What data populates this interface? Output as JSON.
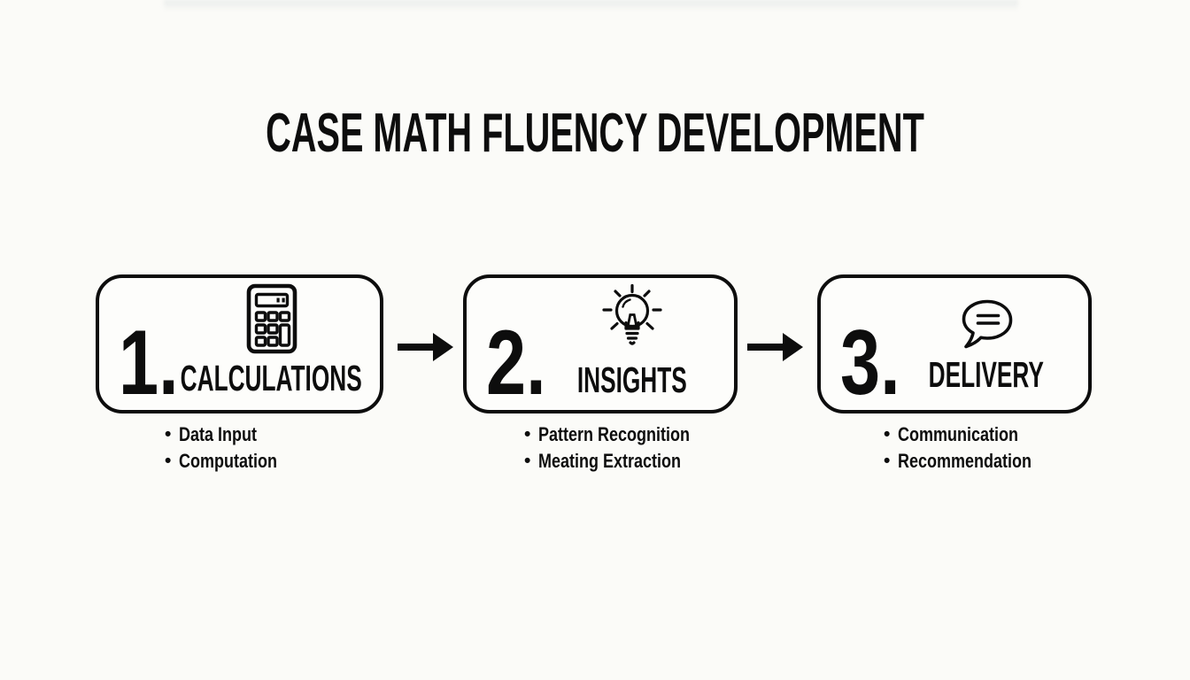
{
  "colors": {
    "background": "#fbfbf8",
    "ink": "#0d0d0d"
  },
  "title": "CASE MATH FLUENCY DEVELOPMENT",
  "glyphs": {
    "bullet": "•"
  },
  "steps": [
    {
      "number": "1.",
      "label": "CALCULATIONS",
      "icon": "calculator-icon",
      "bullets": [
        "Data Input",
        "Computation"
      ]
    },
    {
      "number": "2.",
      "label": "INSIGHTS",
      "icon": "lightbulb-icon",
      "bullets": [
        "Pattern Recognition",
        "Meating Extraction"
      ]
    },
    {
      "number": "3.",
      "label": "DELIVERY",
      "icon": "speech-bubble-icon",
      "bullets": [
        "Communication",
        "Recommendation"
      ]
    }
  ],
  "arrows": [
    "right-arrow",
    "right-arrow"
  ]
}
